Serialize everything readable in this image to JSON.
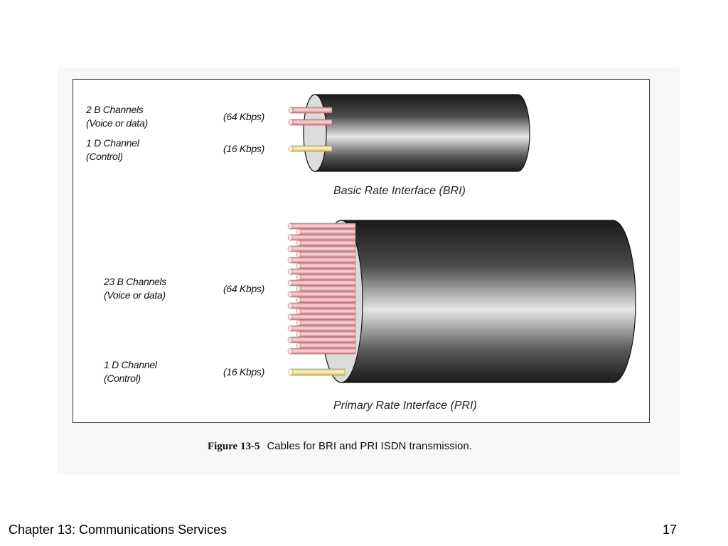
{
  "figure": {
    "bri": {
      "b_channels": "2 B Channels",
      "b_desc": "(Voice or data)",
      "b_rate": "(64 Kbps)",
      "d_channel": "1 D Channel",
      "d_desc": "(Control)",
      "d_rate": "(16 Kbps)",
      "title": "Basic Rate Interface (BRI)"
    },
    "pri": {
      "b_channels": "23 B Channels",
      "b_desc": "(Voice or data)",
      "b_rate": "(64 Kbps)",
      "d_channel": "1 D Channel",
      "d_desc": "(Control)",
      "d_rate": "(16 Kbps)",
      "title": "Primary Rate Interface (PRI)"
    },
    "caption_number": "Figure 13-5",
    "caption_text": "Cables for BRI and PRI ISDN transmission.",
    "colors": {
      "b_wire": "#f2b3b6",
      "d_wire": "#f3e6a0",
      "cable_dark": "#1a1a1a",
      "cable_light": "#e6e6e6"
    },
    "wire_counts": {
      "bri_b": 2,
      "bri_d": 1,
      "pri_b": 23,
      "pri_d": 1
    }
  },
  "footer": {
    "chapter": "Chapter 13: Communications Services",
    "page": "17"
  }
}
